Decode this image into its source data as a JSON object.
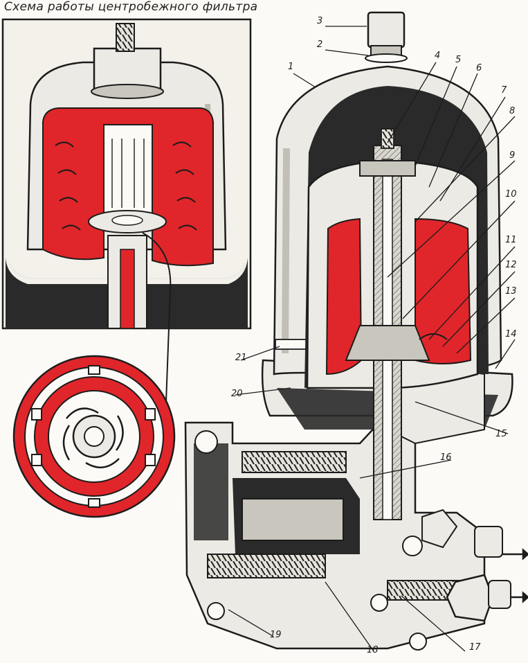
{
  "diagram": {
    "title": "Схема работы центробежного фильтра",
    "callouts": [
      "1",
      "2",
      "3",
      "4",
      "5",
      "6",
      "7",
      "8",
      "9",
      "10",
      "11",
      "12",
      "13",
      "14",
      "15",
      "16",
      "17",
      "18",
      "19",
      "20",
      "21"
    ]
  },
  "colors": {
    "ink": "#1c1c1c",
    "red": "#e0262a",
    "metal_light": "#eceae4",
    "metal_shade": "#c9c6bd",
    "paper": "#fbfaf6",
    "dark": "#2a2a2a"
  }
}
